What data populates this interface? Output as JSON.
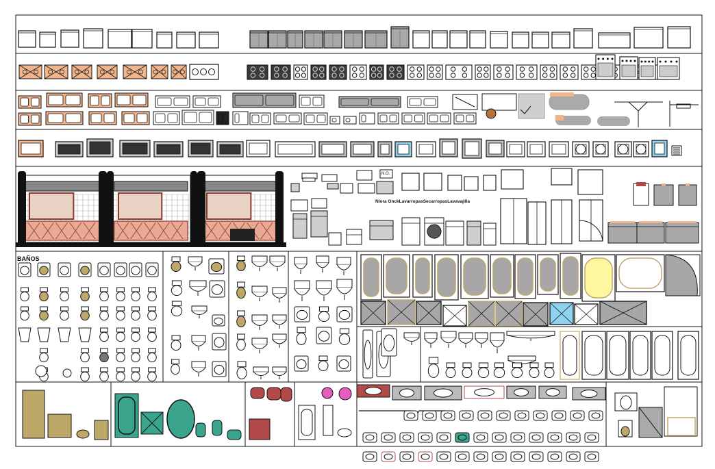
{
  "sheet": {
    "title_banos": "BAÑOS",
    "label_no": "N.O.",
    "label_row": "Nlora  OnckLavarropasSecarropasLavavajilla"
  },
  "palette": {
    "line": "#111111",
    "gray": "#a9a9a9",
    "dark": "#3a3a3a",
    "salmon": "#f2b48a",
    "khaki": "#bda86a",
    "teal": "#3aa58c",
    "maroon": "#b24a4a",
    "pink": "#e45fbd",
    "lightblue": "#8fd3f0",
    "yellow": "#fff6a0"
  },
  "icons": {
    "kitchen_cabinets": "cabinet-icon",
    "cooktops": "cooktop-icon",
    "sinks": "sink-icon",
    "ovens": "oven-icon",
    "appliances": "appliance-icon",
    "bathtubs": "bathtub-icon",
    "showers": "shower-icon",
    "toilets": "toilet-icon",
    "washbasins": "washbasin-icon"
  }
}
